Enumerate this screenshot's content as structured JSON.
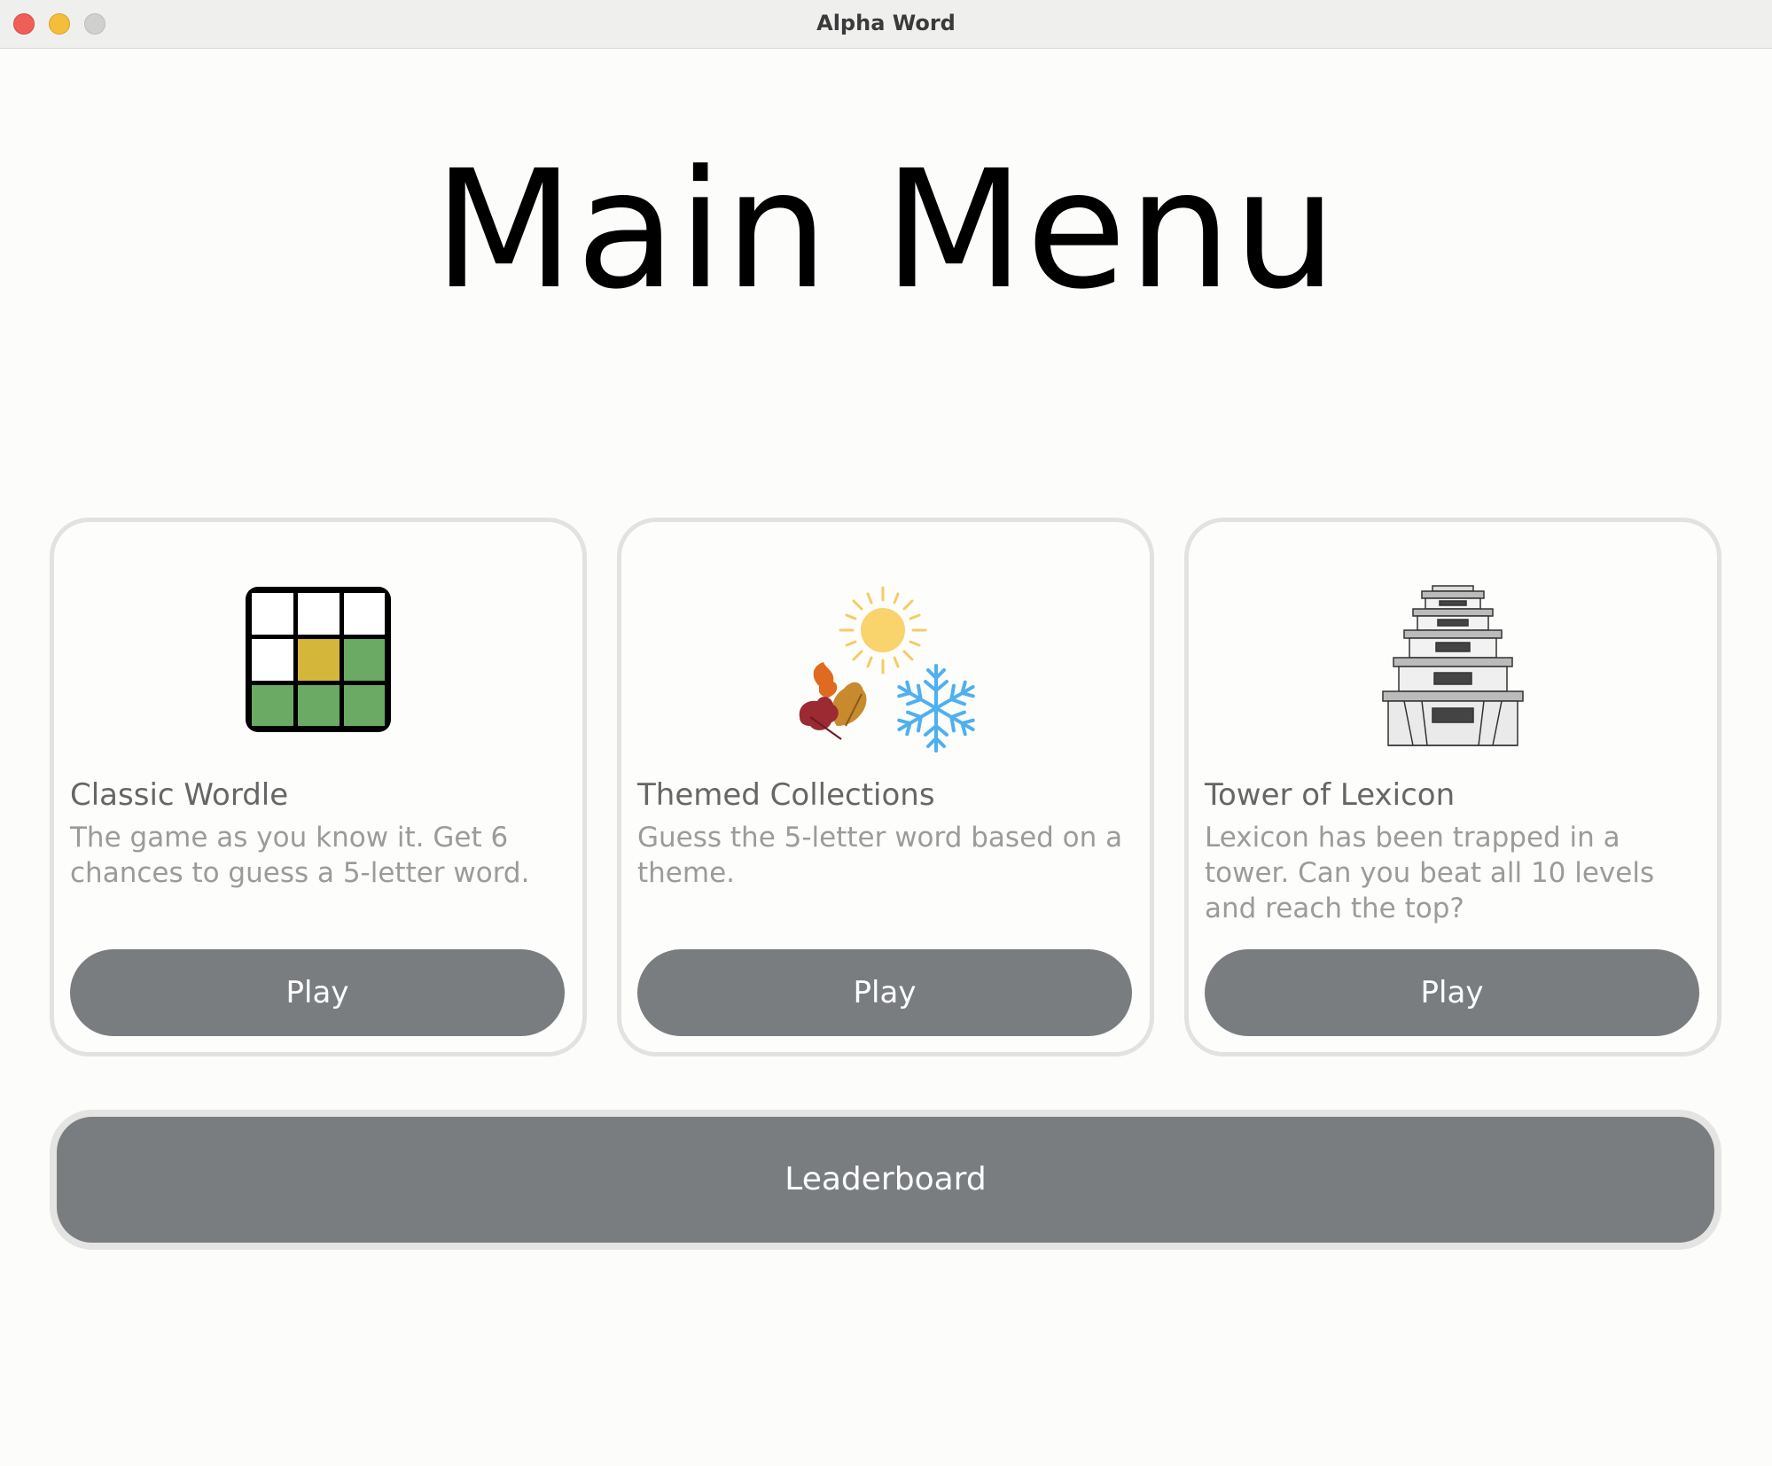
{
  "window": {
    "title": "Alpha Word"
  },
  "page": {
    "title": "Main Menu"
  },
  "modes": [
    {
      "icon": "wordle-grid-icon",
      "title": "Classic Wordle",
      "description": "The game as you know it. Get 6 chances to guess a 5-letter word.",
      "button_label": "Play"
    },
    {
      "icon": "seasons-icon",
      "title": "Themed Collections",
      "description": "Guess the 5-letter word based on a theme.",
      "button_label": "Play"
    },
    {
      "icon": "tower-icon",
      "title": "Tower of Lexicon",
      "description": "Lexicon has been trapped in a tower. Can you beat all 10 levels and reach the top?",
      "button_label": "Play"
    }
  ],
  "leaderboard": {
    "label": "Leaderboard"
  },
  "colors": {
    "button": "#7a7d80",
    "tile_green": "#6aaa64",
    "tile_yellow": "#d4b63a",
    "sun": "#f9d36b",
    "snowflake": "#4fb0ef"
  }
}
